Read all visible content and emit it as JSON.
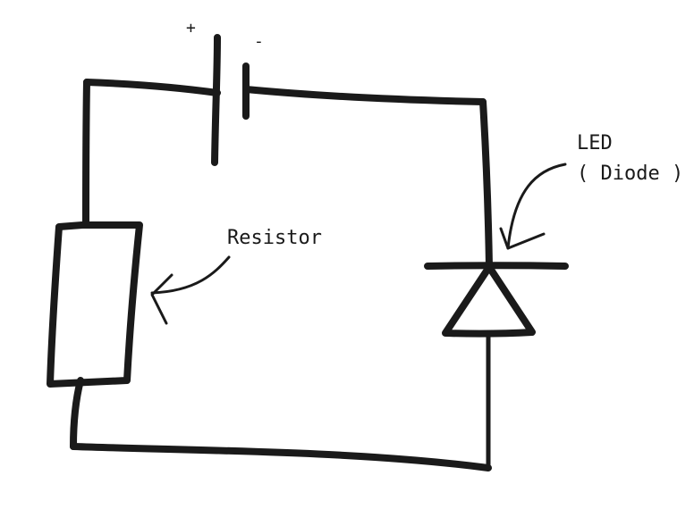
{
  "diagram": {
    "battery": {
      "positive_sign": "+",
      "negative_sign": "-"
    },
    "resistor": {
      "label": "Resistor"
    },
    "led": {
      "label_line1": "LED",
      "label_line2": "( Diode )"
    },
    "colors": {
      "ink": "#1a1a1a",
      "background": "#ffffff"
    }
  }
}
